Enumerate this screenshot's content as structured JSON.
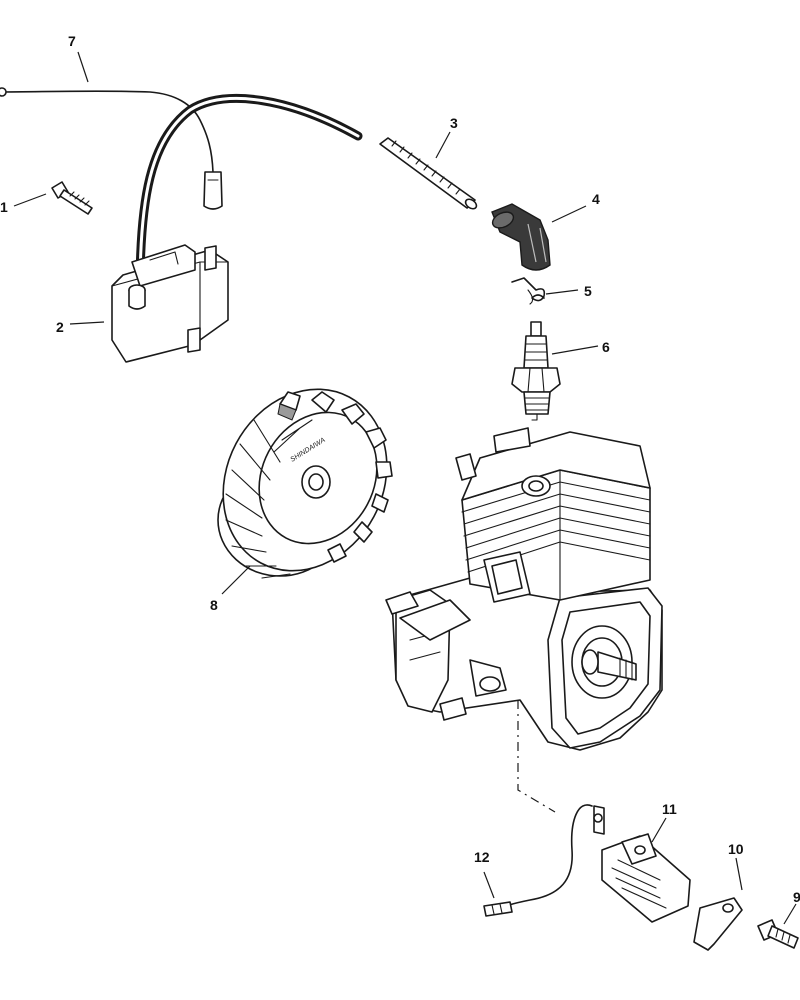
{
  "diagram": {
    "callouts": [
      "1",
      "2",
      "3",
      "4",
      "5",
      "6",
      "7",
      "8",
      "9",
      "10",
      "11",
      "12"
    ],
    "flywheel_logo": "SHINDAIWA"
  }
}
